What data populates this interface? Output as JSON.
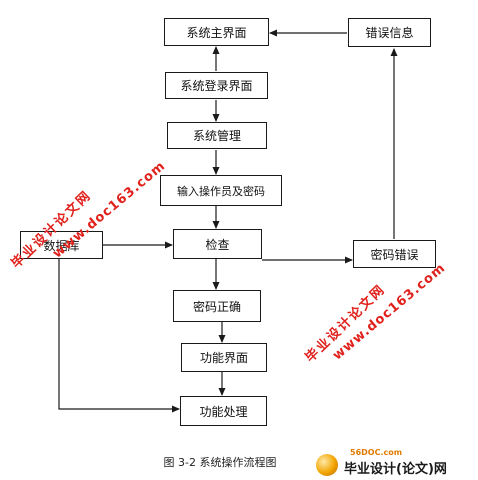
{
  "nodes": {
    "main_ui": "系统主界面",
    "error_info": "错误信息",
    "login_ui": "系统登录界面",
    "sys_manage": "系统管理",
    "input_op": "输入操作员及密码",
    "database": "数据库",
    "check": "检查",
    "pwd_error": "密码错误",
    "pwd_ok": "密码正确",
    "func_ui": "功能界面",
    "func_proc": "功能处理"
  },
  "caption": "图 3-2 系统操作流程图",
  "watermarks": {
    "site": "www.doc163.com",
    "cn": "毕业设计论文网"
  },
  "logo": {
    "sub": "56DOC.com",
    "main": "毕业设计(论文)网"
  },
  "colors": {
    "watermark": "#e0211c",
    "stroke": "#1a1a1a"
  }
}
